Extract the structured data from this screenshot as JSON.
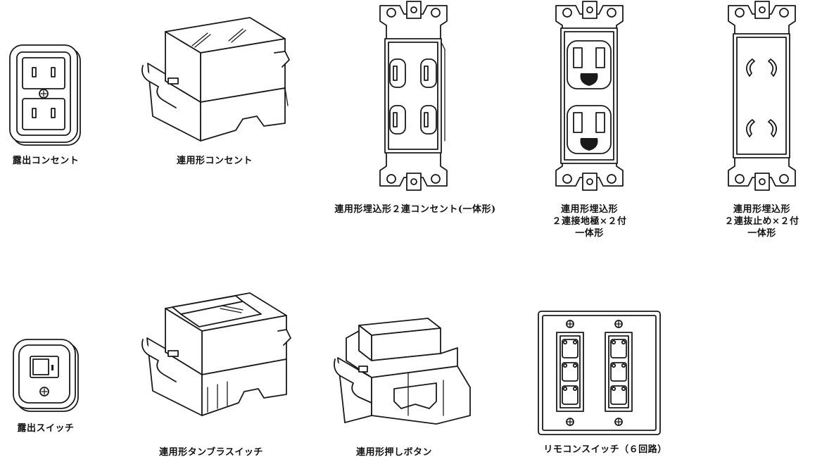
{
  "items": [
    {
      "id": "exposed-outlet",
      "label": [
        "露出コンセント"
      ]
    },
    {
      "id": "series-outlet",
      "label": [
        "連用形コンセント"
      ]
    },
    {
      "id": "embedded-double-outlet",
      "label": [
        "連用形埋込形２連コンセント(一体形)"
      ]
    },
    {
      "id": "grounded-double-outlet",
      "label": [
        "連用形埋込形",
        "２連接地極×２付",
        "一体形"
      ]
    },
    {
      "id": "locking-double-outlet",
      "label": [
        "連用形埋込形",
        "２連抜止め×２付",
        "一体形"
      ]
    },
    {
      "id": "exposed-switch",
      "label": [
        "露出スイッチ"
      ]
    },
    {
      "id": "tumbler-switch",
      "label": [
        "連用形タンブラスイッチ"
      ]
    },
    {
      "id": "push-button",
      "label": [
        "連用形押しボタン"
      ]
    },
    {
      "id": "remote-switch",
      "label": [
        "リモコンスイッチ（６回路）"
      ]
    }
  ]
}
